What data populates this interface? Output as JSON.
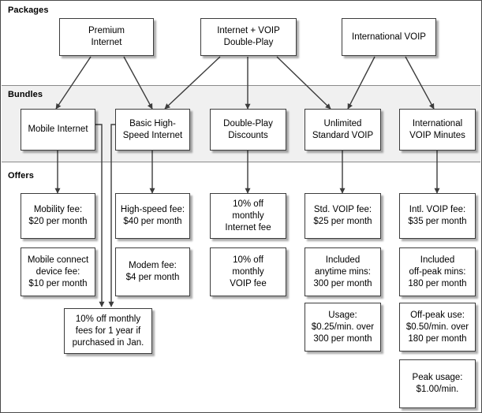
{
  "diagram": {
    "bands": [
      {
        "id": "packages",
        "label": "Packages"
      },
      {
        "id": "bundles",
        "label": "Bundles"
      },
      {
        "id": "offers",
        "label": "Offers"
      }
    ],
    "packages": [
      {
        "id": "premium-internet",
        "label": "Premium\nInternet"
      },
      {
        "id": "internet-voip-dp",
        "label": "Internet + VOIP\nDouble-Play"
      },
      {
        "id": "international-voip",
        "label": "International VOIP"
      }
    ],
    "bundles": [
      {
        "id": "mobile-internet",
        "label": "Mobile Internet"
      },
      {
        "id": "basic-high-speed",
        "label": "Basic High-\nSpeed Internet"
      },
      {
        "id": "double-play-discounts",
        "label": "Double-Play\nDiscounts"
      },
      {
        "id": "unlimited-standard-voip",
        "label": "Unlimited\nStandard VOIP"
      },
      {
        "id": "international-voip-mins",
        "label": "International\nVOIP Minutes"
      }
    ],
    "offers": [
      {
        "id": "mobility-fee",
        "label": "Mobility fee:\n$20 per month"
      },
      {
        "id": "mobile-connect-fee",
        "label": "Mobile connect\ndevice fee:\n$10 per month"
      },
      {
        "id": "high-speed-fee",
        "label": "High-speed fee:\n$40 per month"
      },
      {
        "id": "modem-fee",
        "label": "Modem fee:\n$4 per month"
      },
      {
        "id": "discount-internet",
        "label": "10% off\nmonthly\nInternet fee"
      },
      {
        "id": "discount-voip",
        "label": "10% off\nmonthly\nVOIP fee"
      },
      {
        "id": "std-voip-fee",
        "label": "Std. VOIP fee:\n$25 per month"
      },
      {
        "id": "included-anytime",
        "label": "Included\nanytime mins:\n300 per month"
      },
      {
        "id": "usage-overage",
        "label": "Usage:\n$0.25/min. over\n300 per month"
      },
      {
        "id": "intl-voip-fee",
        "label": "Intl. VOIP fee:\n$35 per month"
      },
      {
        "id": "included-offpeak",
        "label": "Included\noff-peak mins:\n180 per month"
      },
      {
        "id": "offpeak-use",
        "label": "Off-peak use:\n$0.50/min. over\n180 per month"
      },
      {
        "id": "peak-usage",
        "label": "Peak usage:\n$1.00/min."
      },
      {
        "id": "january-promo",
        "label": "10% off monthly\nfees for 1 year if\npurchased in Jan."
      }
    ],
    "colors": {
      "band_fill": "#f0f0f0",
      "node_fill": "#ffffff",
      "node_border": "#3c3c3c",
      "edge": "#3c3c3c",
      "text": "#000000"
    }
  }
}
